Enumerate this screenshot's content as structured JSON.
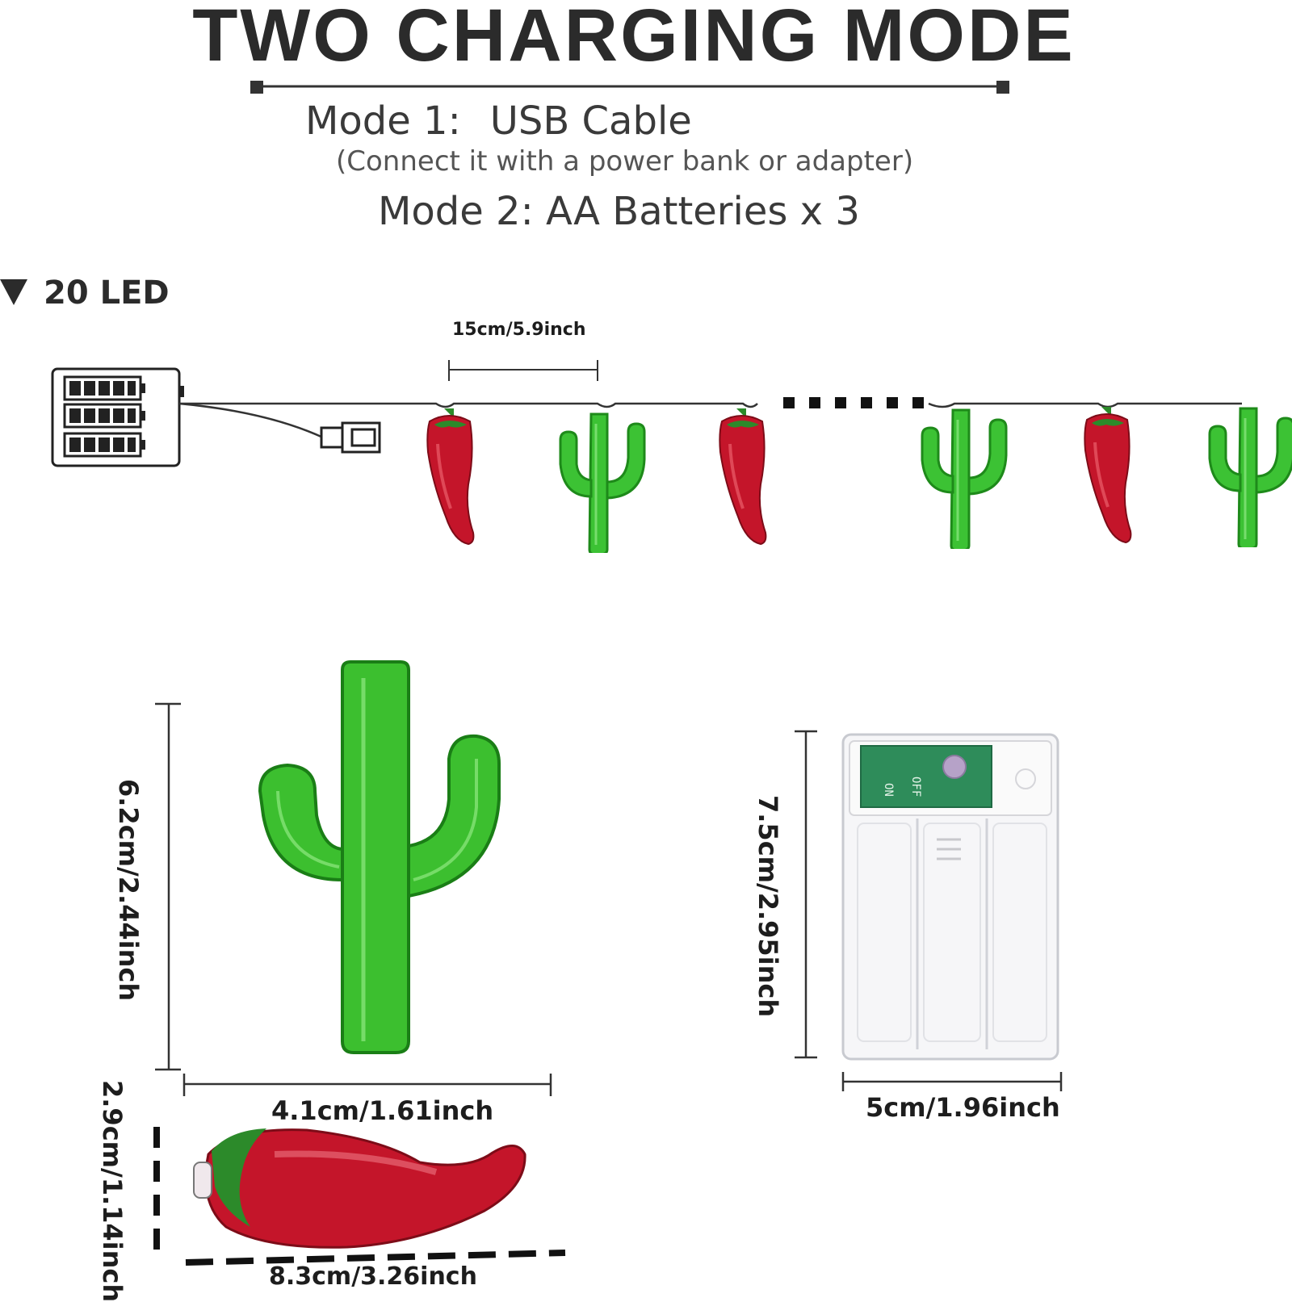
{
  "header": {
    "title": "TWO CHARGING MODE",
    "mode1_label": "Mode 1:",
    "mode1_value": "USB Cable",
    "mode1_note": "(Connect it with a power bank or adapter)",
    "mode2": "Mode 2: AA Batteries x 3"
  },
  "string_diagram": {
    "led_count_label": "20 LED",
    "spacing_label": "15cm/5.9inch"
  },
  "dimensions": {
    "cactus_height": "6.2cm/2.44inch",
    "cactus_width": "4.1cm/1.61inch",
    "box_height": "7.5cm/2.95inch",
    "box_width": "5cm/1.96inch",
    "pepper_height": "2.9cm/1.14inch",
    "pepper_length": "8.3cm/3.26inch"
  },
  "box_labels": {
    "on": "ON",
    "off": "OFF"
  },
  "colors": {
    "pepper_red": "#c4152a",
    "cactus_green": "#35b72c",
    "text_dark": "#2b2b2b"
  }
}
